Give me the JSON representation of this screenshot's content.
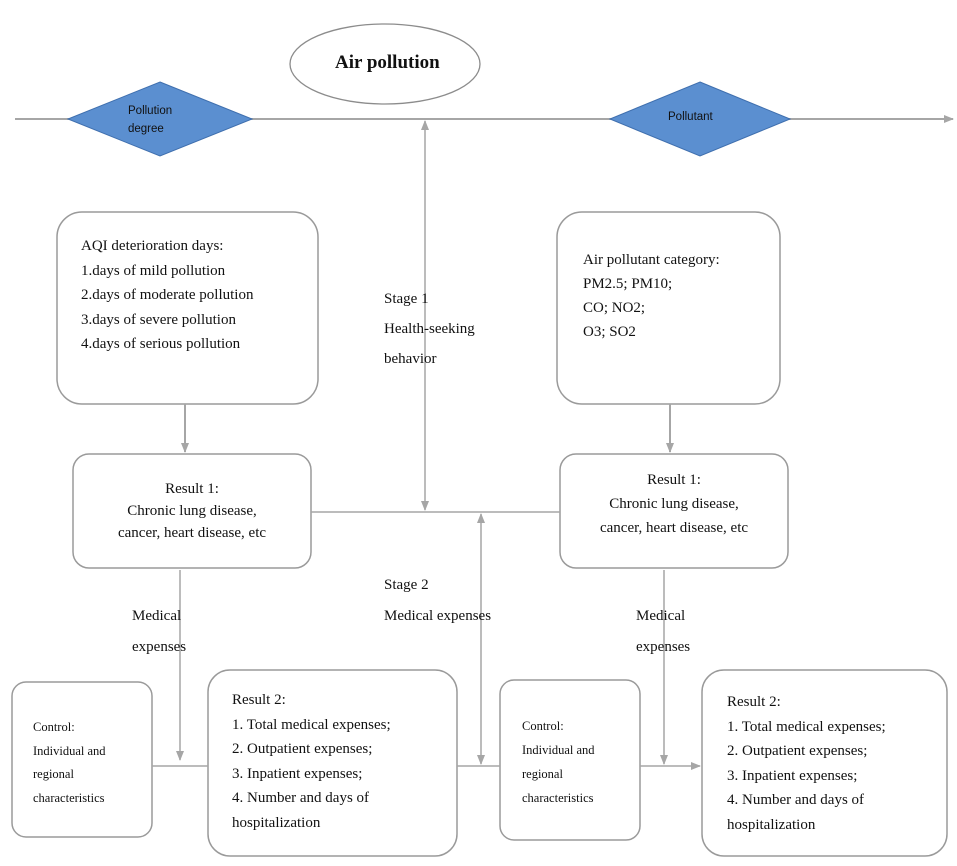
{
  "title": "Air pollution",
  "diamond_left": [
    "Pollution",
    "degree"
  ],
  "diamond_right": "Pollutant",
  "aqi_box": {
    "heading": "AQI deterioration days:",
    "items": [
      "1.days of mild pollution",
      "2.days of moderate pollution",
      "3.days of severe pollution",
      "4.days of serious pollution"
    ]
  },
  "pollutant_box": {
    "heading": "Air pollutant category:",
    "items": [
      "PM2.5; PM10;",
      "CO; NO2;",
      "O3; SO2"
    ]
  },
  "stage1": [
    "Stage 1",
    "Health-seeking",
    "behavior"
  ],
  "stage2": [
    "Stage 2",
    "Medical expenses"
  ],
  "result1_left": [
    "Result 1:",
    "Chronic lung disease,",
    "cancer, heart disease, etc"
  ],
  "result1_right": [
    "Result 1:",
    "Chronic lung disease,",
    "cancer, heart disease, etc"
  ],
  "medical_left": [
    "Medical",
    "expenses"
  ],
  "medical_right": [
    "Medical",
    "expenses"
  ],
  "control_left": [
    "Control:",
    "Individual and",
    "regional",
    "characteristics"
  ],
  "control_right": [
    "Control:",
    "Individual and",
    "regional",
    "characteristics"
  ],
  "result2_left": [
    "Result 2:",
    "1. Total medical expenses;",
    "2. Outpatient expenses;",
    "3. Inpatient expenses;",
    "4. Number and days of",
    "hospitalization"
  ],
  "result2_right": [
    "Result 2:",
    "1. Total medical expenses;",
    "2. Outpatient expenses;",
    "3. Inpatient expenses;",
    "4. Number and days of",
    "hospitalization"
  ],
  "colors": {
    "diamond_fill": "#5b8fd0",
    "diamond_stroke": "#3f6fae",
    "line": "#a6a6a6",
    "box_stroke": "#9a9a9a"
  }
}
